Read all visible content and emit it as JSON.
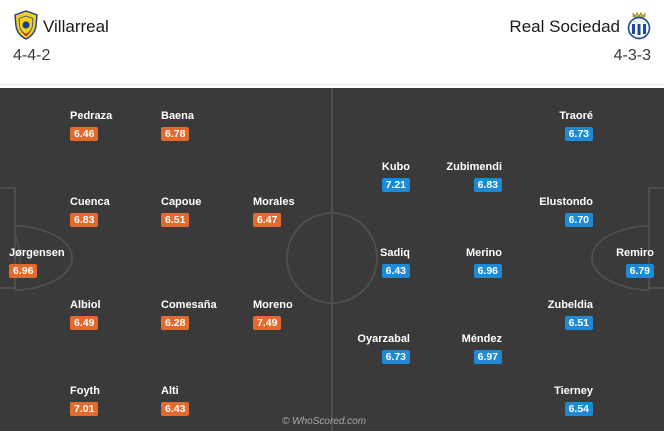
{
  "home": {
    "name": "Villarreal",
    "formation": "4-4-2",
    "crest_icon": "villarreal-crest-icon",
    "color": "#e36a2c"
  },
  "away": {
    "name": "Real Sociedad",
    "formation": "4-3-3",
    "crest_icon": "real-sociedad-crest-icon",
    "color": "#1e8ad6"
  },
  "pitch": {
    "color": "#3a3a3a",
    "watermark": "© WhoScored.com"
  },
  "players": {
    "home": [
      {
        "name": "Pedraza",
        "rating": "6.46"
      },
      {
        "name": "Baena",
        "rating": "6.78"
      },
      {
        "name": "Cuenca",
        "rating": "6.83"
      },
      {
        "name": "Capoue",
        "rating": "6.51"
      },
      {
        "name": "Morales",
        "rating": "6.47"
      },
      {
        "name": "Jørgensen",
        "rating": "6.96"
      },
      {
        "name": "Albiol",
        "rating": "6.49"
      },
      {
        "name": "Comesaña",
        "rating": "6.28"
      },
      {
        "name": "Moreno",
        "rating": "7.49"
      },
      {
        "name": "Foyth",
        "rating": "7.01"
      },
      {
        "name": "Alti",
        "rating": "6.43"
      }
    ],
    "away": [
      {
        "name": "Traoré",
        "rating": "6.73"
      },
      {
        "name": "Kubo",
        "rating": "7.21"
      },
      {
        "name": "Zubimendi",
        "rating": "6.83"
      },
      {
        "name": "Elustondo",
        "rating": "6.70"
      },
      {
        "name": "Sadiq",
        "rating": "6.43"
      },
      {
        "name": "Merino",
        "rating": "6.96"
      },
      {
        "name": "Remiro",
        "rating": "6.79"
      },
      {
        "name": "Zubeldia",
        "rating": "6.51"
      },
      {
        "name": "Oyarzabal",
        "rating": "6.73"
      },
      {
        "name": "Méndez",
        "rating": "6.97"
      },
      {
        "name": "Tierney",
        "rating": "6.54"
      }
    ]
  }
}
